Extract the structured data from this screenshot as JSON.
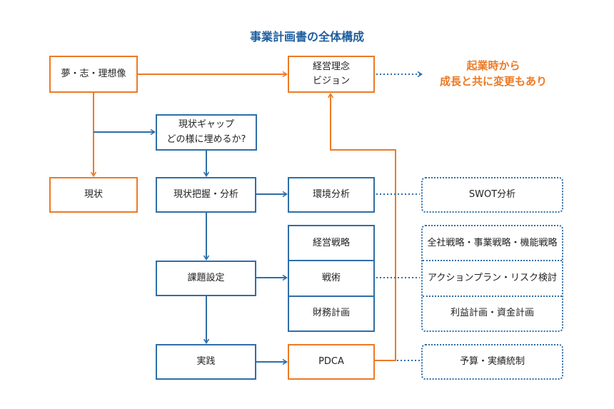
{
  "title": "事業計画書の全体構成",
  "note": {
    "line1": "起業時から",
    "line2": "成長と共に変更もあり"
  },
  "boxes": {
    "dream": "夢・志・理想像",
    "philosophy": {
      "line1": "経営理念",
      "line2": "ビジョン"
    },
    "gap": {
      "line1": "現状ギャップ",
      "line2": "どの様に埋めるか?"
    },
    "current": "現状",
    "analysis": "現状把握・分析",
    "environment": "環境分析",
    "swot": "SWOT分析",
    "issue": "課題設定",
    "strategy_group": [
      "経営戦略",
      "戦術",
      "財務計画"
    ],
    "strategy_detail": [
      "全社戦略・事業戦略・機能戦略",
      "アクションプラン・リスク検討",
      "利益計画・資金計画"
    ],
    "practice": "実践",
    "pdca": "PDCA",
    "budget": "予算・実績統制"
  },
  "colors": {
    "orange": "#ec7a25",
    "blue": "#2f6ea8",
    "title": "#1f5e9e"
  }
}
